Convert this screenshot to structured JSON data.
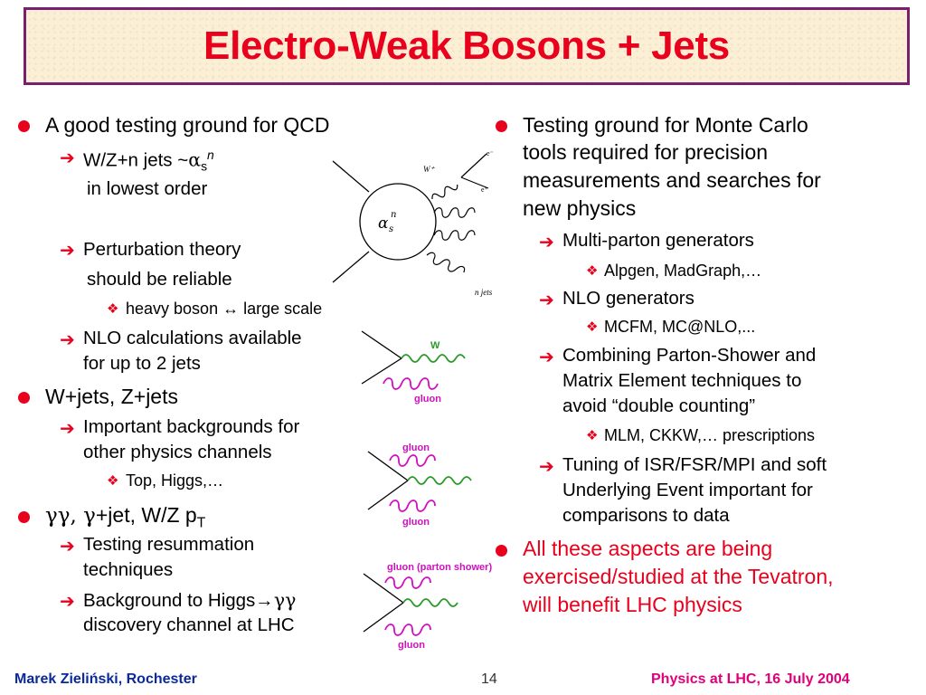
{
  "title": "Electro-Weak Bosons + Jets",
  "left": {
    "b1": "A good testing ground for QCD",
    "b1_s1_pre": "W/Z+n jets ~",
    "b1_s1_alpha": "α",
    "b1_s1_sub": "s",
    "b1_s1_sup": "n",
    "b1_s1_cont": "in lowest order",
    "b1_s2": "Perturbation theory",
    "b1_s2_cont": "should be reliable",
    "b1_s2_d1": "heavy boson ↔ large scale",
    "b1_s3": "NLO calculations available",
    "b1_s3_cont": "for up to 2 jets",
    "b2": "W+jets, Z+jets",
    "b2_s1": "Important backgrounds for",
    "b2_s1_cont": "other physics channels",
    "b2_s1_d1": "Top, Higgs,…",
    "b3_greek": "γγ, γ",
    "b3_rest": "+jet, W/Z p",
    "b3_sub": "T",
    "b3_s1": "Testing resummation",
    "b3_s1_cont": "techniques",
    "b3_s2_pre": "Background to Higgs→",
    "b3_s2_greek": "γγ",
    "b3_s2_cont": "discovery channel at LHC"
  },
  "right": {
    "b1_l1": "Testing ground for Monte Carlo",
    "b1_l2": "tools required for precision",
    "b1_l3": "measurements and searches for",
    "b1_l4": "new physics",
    "s1": "Multi-parton generators",
    "s1_d1": "Alpgen, MadGraph,…",
    "s2": "NLO generators",
    "s2_d1": "MCFM, MC@NLO,...",
    "s3_l1": "Combining Parton-Shower and",
    "s3_l2": "Matrix Element techniques to",
    "s3_l3": "avoid “double counting”",
    "s3_d1": "MLM, CKKW,… prescriptions",
    "s4_l1": "Tuning of ISR/FSR/MPI and soft",
    "s4_l2": "Underlying Event important for",
    "s4_l3": "comparisons to data",
    "b2_l1": "All these aspects are being",
    "b2_l2": "exercised/studied at the Tevatron,",
    "b2_l3": "will benefit LHC physics"
  },
  "diagrams": {
    "blob_alpha": "α",
    "blob_sub": "s",
    "blob_sup": "n",
    "w_plus": "W⁺",
    "e_minus": "e⁻",
    "e_plus": "e⁺",
    "n_jets": "n jets",
    "d2_w": "W",
    "d2_gluon": "gluon",
    "d3_gluon_top": "gluon",
    "d3_gluon_bottom": "gluon",
    "d4_top": "gluon (parton shower)",
    "d4_bottom": "gluon"
  },
  "footer": {
    "author": "Marek Zieliński, Rochester",
    "page": "14",
    "event": "Physics at LHC,  16 July 2004"
  },
  "colors": {
    "accent_red": "#e8001c",
    "title_border": "#7a1e6e",
    "title_bg": "#fbefd6",
    "footer_blue": "#0a2a9a",
    "footer_magenta": "#e0007c",
    "diagram_green": "#2a9a2a",
    "diagram_magenta": "#d010c0"
  }
}
